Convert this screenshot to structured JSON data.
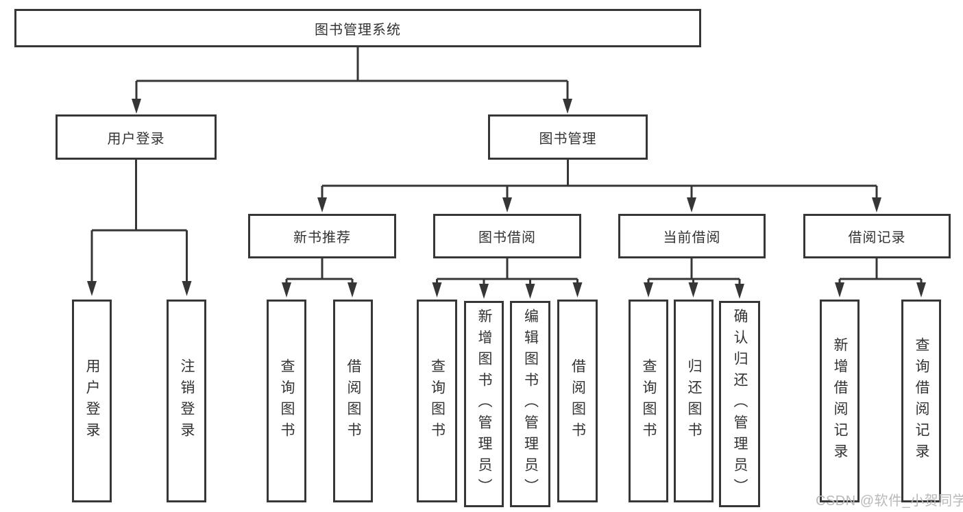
{
  "tree": {
    "root": "图书管理系统",
    "branches": [
      {
        "label": "用户登录",
        "children": [
          "用户登录",
          "注销登录"
        ]
      },
      {
        "label": "图书管理",
        "children": [
          {
            "label": "新书推荐",
            "children": [
              "查询图书",
              "借阅图书"
            ]
          },
          {
            "label": "图书借阅",
            "children": [
              "查询图书",
              "新增图书（管理员）",
              "编辑图书（管理员）",
              "借阅图书"
            ]
          },
          {
            "label": "当前借阅",
            "children": [
              "查询图书",
              "归还图书",
              "确认归还（管理员）"
            ]
          },
          {
            "label": "借阅记录",
            "children": [
              "新增借阅记录",
              "查询借阅记录"
            ]
          }
        ]
      }
    ]
  },
  "watermark": {
    "text": "CSDN @软件_小贺同学"
  },
  "colors": {
    "line": "#363636",
    "box_border": "#363636",
    "text": "#333333",
    "watermark": "#b9b9b9",
    "background": "#ffffff"
  }
}
